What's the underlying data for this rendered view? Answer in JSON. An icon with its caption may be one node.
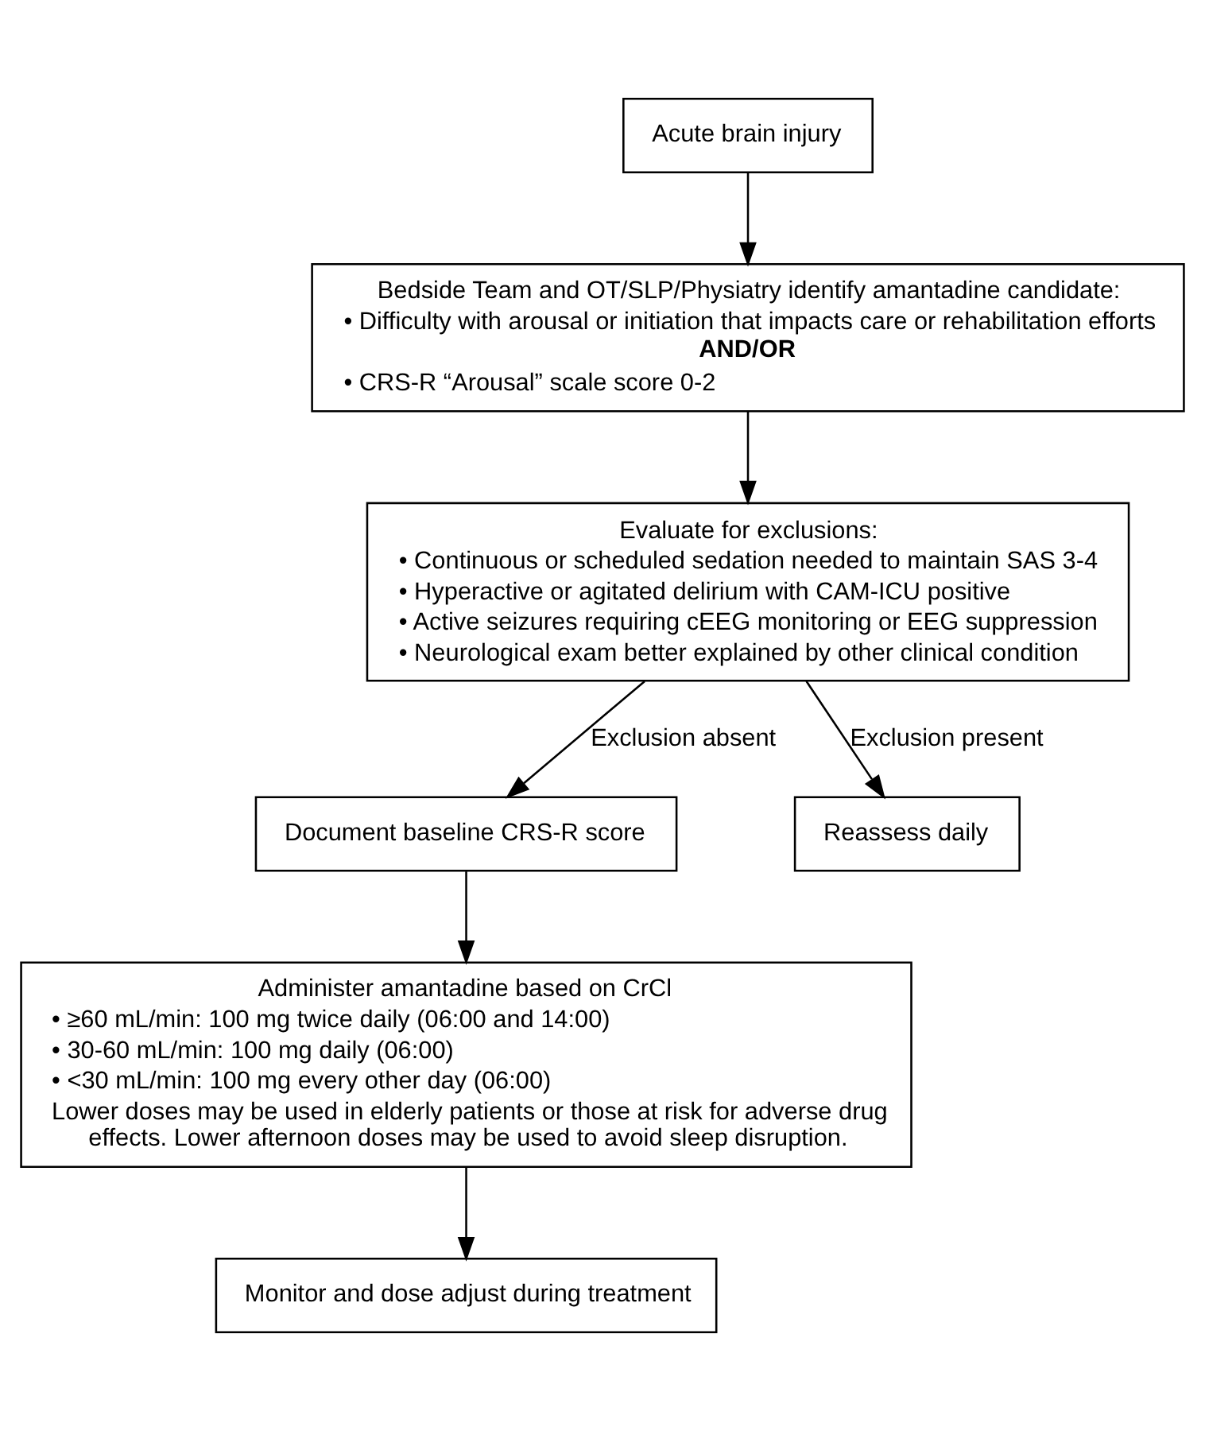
{
  "diagram": {
    "nodes": [
      {
        "text": [
          "Acute brain injury"
        ]
      },
      {
        "text": [
          "Bedside Team and OT/SLP/Physiatry identify amantadine candidate:",
          "• Difficulty with arousal or initiation that impacts care or rehabilitation efforts",
          "AND/OR",
          "• CRS-R “Arousal” scale score 0-2"
        ]
      },
      {
        "text": [
          "Evaluate for exclusions:",
          "• Continuous or scheduled sedation needed to maintain SAS 3-4",
          "• Hyperactive or agitated delirium with CAM-ICU positive",
          "• Active seizures requiring cEEG monitoring or EEG suppression",
          "• Neurological exam better explained by other clinical condition"
        ]
      },
      {
        "text": [
          "Document baseline CRS-R score"
        ]
      },
      {
        "text": [
          "Reassess daily"
        ]
      },
      {
        "text": [
          "Administer amantadine based on CrCl",
          "• ≥60 mL/min: 100 mg twice daily (06:00 and 14:00)",
          "• 30-60 mL/min: 100 mg daily (06:00)",
          "• <30 mL/min: 100 mg every other day (06:00)",
          "Lower doses may be used in elderly patients or those at risk for adverse drug effects. Lower afternoon doses may be used to avoid sleep disruption."
        ]
      },
      {
        "text": [
          "Monitor and dose adjust during treatment"
        ]
      }
    ],
    "edges": [
      {
        "from": 0,
        "to": 1,
        "arrow": "to"
      },
      {
        "from": 1,
        "to": 2,
        "arrow": "to"
      },
      {
        "from": 2,
        "to": 3,
        "arrow": "to",
        "label": "Exclusion absent"
      },
      {
        "from": 2,
        "to": 4,
        "arrow": "to",
        "label": "Exclusion present"
      },
      {
        "from": 3,
        "to": 5,
        "arrow": "to"
      },
      {
        "from": 5,
        "to": 6,
        "arrow": "to"
      }
    ]
  }
}
